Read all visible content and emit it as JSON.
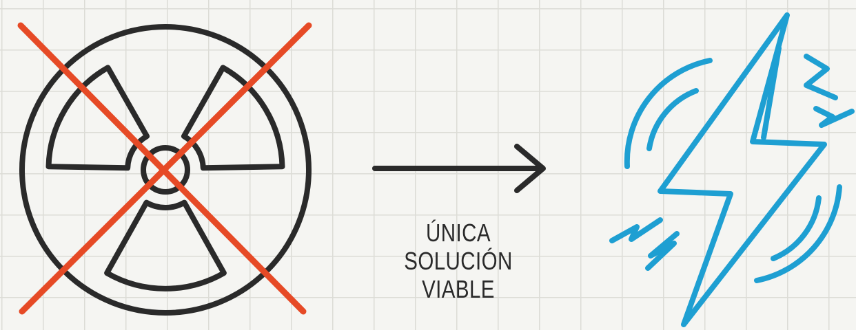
{
  "caption": {
    "line1": "ÚNICA",
    "line2": "SOLUCIÓN",
    "line3": "VIABLE"
  },
  "icons": {
    "left": "radiation-icon",
    "left_overlay": "cross-out-icon",
    "middle": "arrow-right-icon",
    "right": "lightning-bolt-icon"
  },
  "colors": {
    "background": "#f5f5f2",
    "grid": "#dcdcd6",
    "ink": "#2a2a2a",
    "cross": "#e64a26",
    "electric": "#1e9fd2"
  }
}
